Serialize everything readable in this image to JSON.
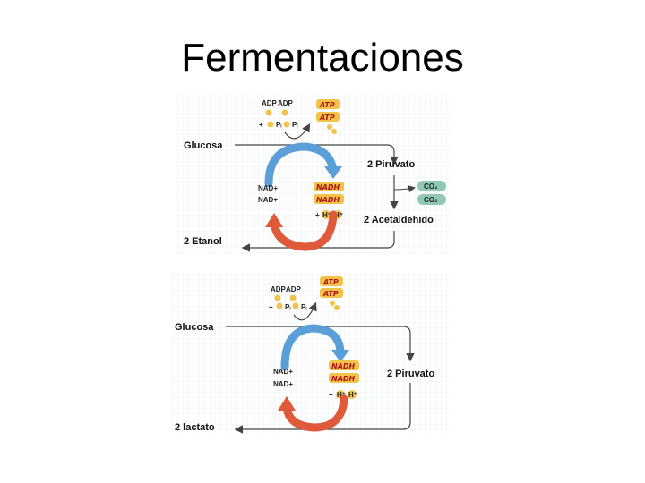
{
  "title": "Fermentaciones",
  "colors": {
    "gold": "#f2c24a",
    "blue_arrow": "#5a9fd8",
    "red_arrow": "#df5a3a",
    "co2_bubble": "#8fc8b4",
    "line": "#444444",
    "grid": "#eef2f5"
  },
  "alcoholic": {
    "adp1": "ADP",
    "adp2": "ADP",
    "plus": "+",
    "pi1": "Pᵢ",
    "pi2": "Pᵢ",
    "atp1": "ATP",
    "atp2": "ATP",
    "substrate": "Glucosa",
    "product1": "2 Piruvato",
    "nad1": "NAD+",
    "nad2": "NAD+",
    "nadh1": "NADH",
    "nadh2": "NADH",
    "plus2": "+",
    "h1": "H⁺",
    "h2": "H⁺",
    "co2_1": "CO₂",
    "co2_2": "CO₂",
    "intermediate": "2 Acetaldehido",
    "final": "2 Etanol"
  },
  "lactic": {
    "adp1": "ADP",
    "adp2": "ADP",
    "plus": "+",
    "pi1": "Pᵢ",
    "pi2": "Pᵢ",
    "atp1": "ATP",
    "atp2": "ATP",
    "substrate": "Glucosa",
    "product1": "2 Piruvato",
    "nad1": "NAD+",
    "nad2": "NAD+",
    "nadh1": "NADH",
    "nadh2": "NADH",
    "plus2": "+",
    "h1": "H⁺",
    "h2": "H⁺",
    "final": "2 lactato"
  }
}
